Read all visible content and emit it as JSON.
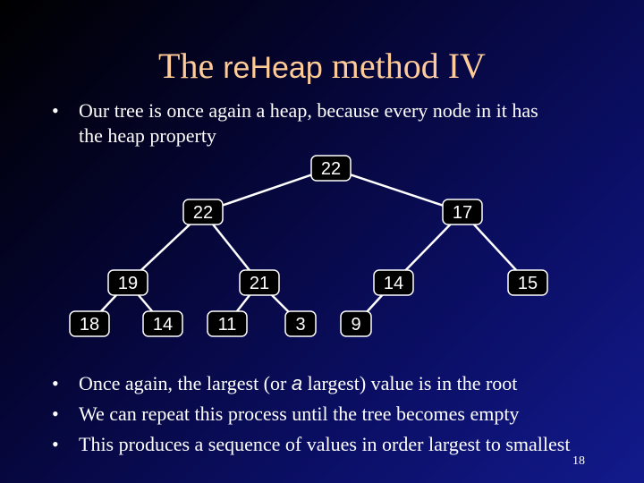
{
  "title": {
    "prefix": "The ",
    "code": "reHeap",
    "suffix": " method IV"
  },
  "bullets_top": [
    {
      "line1": "Our tree is once again a heap, because every node in it has",
      "line2": "the heap property"
    }
  ],
  "tree": {
    "nodes": [
      {
        "id": "n0",
        "label": "22"
      },
      {
        "id": "n1",
        "label": "22"
      },
      {
        "id": "n2",
        "label": "17"
      },
      {
        "id": "n3",
        "label": "19"
      },
      {
        "id": "n4",
        "label": "21"
      },
      {
        "id": "n5",
        "label": "14"
      },
      {
        "id": "n6",
        "label": "15"
      },
      {
        "id": "n7",
        "label": "18"
      },
      {
        "id": "n8",
        "label": "14"
      },
      {
        "id": "n9",
        "label": "11"
      },
      {
        "id": "n10",
        "label": "3"
      },
      {
        "id": "n11",
        "label": "9"
      }
    ],
    "edges": [
      [
        "n0",
        "n1"
      ],
      [
        "n0",
        "n2"
      ],
      [
        "n1",
        "n3"
      ],
      [
        "n1",
        "n4"
      ],
      [
        "n2",
        "n5"
      ],
      [
        "n2",
        "n6"
      ],
      [
        "n3",
        "n7"
      ],
      [
        "n3",
        "n8"
      ],
      [
        "n4",
        "n9"
      ],
      [
        "n4",
        "n10"
      ],
      [
        "n5",
        "n11"
      ]
    ]
  },
  "bullets_bottom": [
    {
      "before": "Once again, the largest (or ",
      "em": "a",
      "after": " largest) value is in the root"
    },
    {
      "text": "We can repeat this process until the tree becomes empty"
    },
    {
      "text": "This produces a sequence of values in order largest to smallest"
    }
  ],
  "slide_number": "18",
  "colors": {
    "title": "#ffcc99",
    "text": "#ffffff",
    "node_fill": "#000000"
  }
}
